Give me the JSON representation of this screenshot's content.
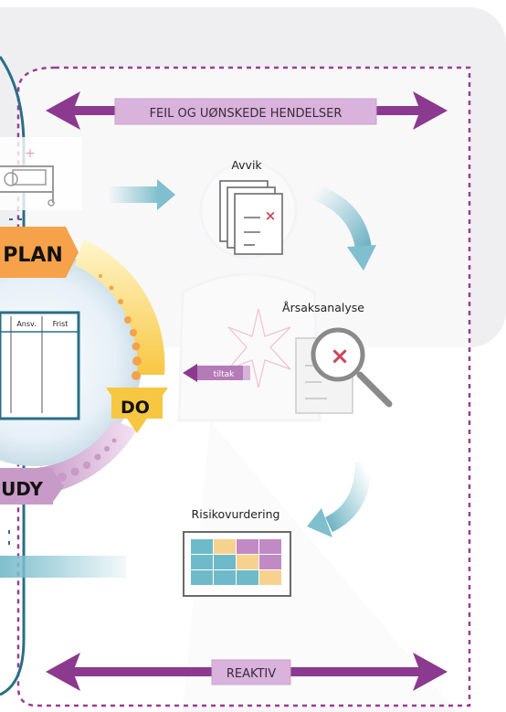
{
  "banner_top": "FEIL OG UØNSKEDE HENDELSER",
  "banner_bottom": "REAKTIV",
  "steps": {
    "avvik": "Avvik",
    "arsaksanalyse": "Årsaksanalyse",
    "risikovurdering": "Risikovurdering"
  },
  "tiltak_label": "tiltak",
  "pdsa": {
    "plan": "PLAN",
    "do": "DO",
    "study": "UDY",
    "table_headers": [
      "Ansv.",
      "Frist"
    ]
  },
  "risk_matrix": [
    [
      "teal",
      "yellow",
      "purple",
      "purple"
    ],
    [
      "teal",
      "teal",
      "yellow",
      "purple"
    ],
    [
      "teal",
      "teal",
      "teal",
      "yellow"
    ]
  ],
  "colors": {
    "purple": "#8b3a8f",
    "banner_fill": "#d9b3dc",
    "teal_dark": "#2a6f85",
    "teal": "#7fbfce",
    "orange": "#f5a24a",
    "yellow": "#f7c742",
    "light_purple": "#c89ac8",
    "matrix_yellow": "#f6d28e",
    "matrix_purple": "#c18ac4",
    "matrix_teal": "#6fbac8",
    "red_x": "#c9485b"
  }
}
